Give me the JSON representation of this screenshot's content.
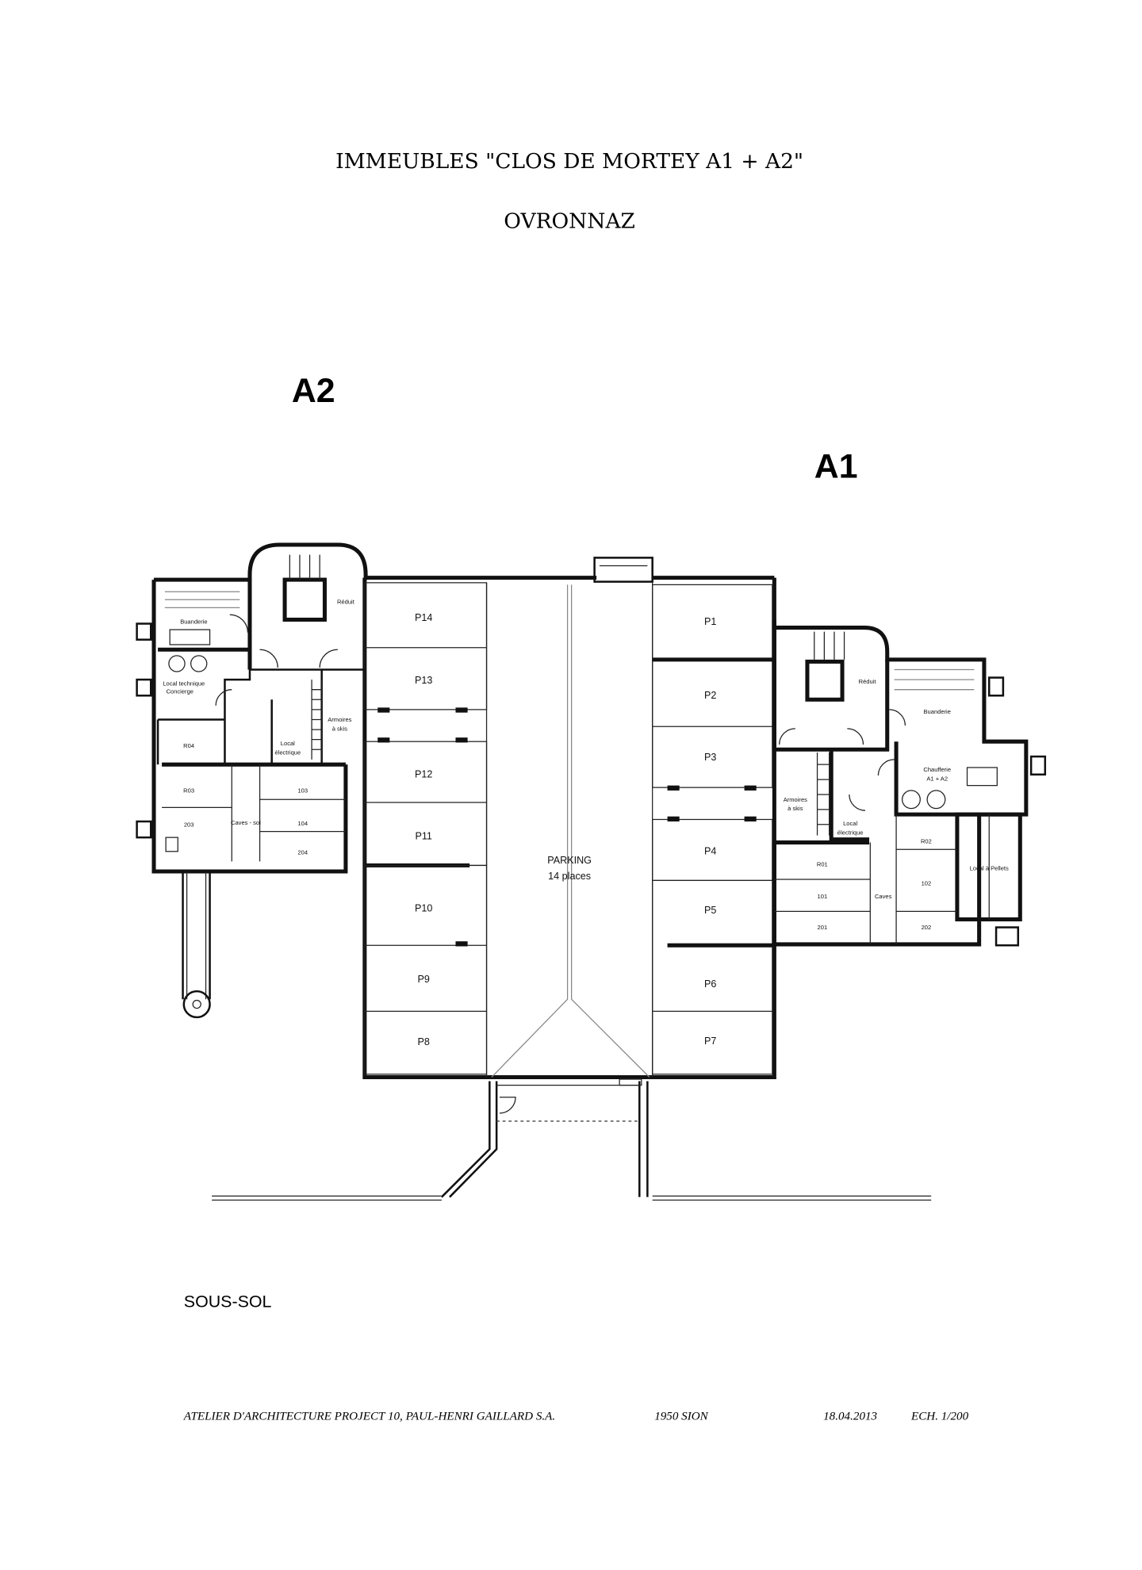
{
  "header": {
    "title": "IMMEUBLES  \"CLOS DE MORTEY A1 + A2\"",
    "subtitle": "OVRONNAZ"
  },
  "buildings": {
    "a2": "A2",
    "a1": "A1"
  },
  "parking": {
    "label_line1": "PARKING",
    "label_line2": "14 places",
    "left_spaces": [
      "P14",
      "P13",
      "P12",
      "P11",
      "P10",
      "P9",
      "P8"
    ],
    "right_spaces": [
      "P1",
      "P2",
      "P3",
      "P4",
      "P5",
      "P6",
      "P7"
    ]
  },
  "a2_rooms": {
    "buanderie": "Buanderie",
    "local_technique_1": "Local technique",
    "local_technique_2": "Concierge",
    "reduit": "Réduit",
    "armoires_1": "Armoires",
    "armoires_2": "à skis",
    "local_elec_1": "Local",
    "local_elec_2": "électrique",
    "r04": "R04",
    "r03": "R03",
    "c203": "203",
    "caves": "Caves - sol",
    "c103": "103",
    "c104": "104",
    "c204": "204"
  },
  "a1_rooms": {
    "reduit": "Réduit",
    "buanderie": "Buanderie",
    "chaufferie_1": "Chaufferie",
    "chaufferie_2": "A1 + A2",
    "armoires_1": "Armoires",
    "armoires_2": "à skis",
    "local_elec_1": "Local",
    "local_elec_2": "électrique",
    "r01": "R01",
    "c101": "101",
    "c201": "201",
    "caves": "Caves",
    "r02": "R02",
    "c102": "102",
    "c202": "202",
    "pellets": "Local à Pellets"
  },
  "level": "SOUS-SOL",
  "footer": {
    "architect": "ATELIER D'ARCHITECTURE  PROJECT 10,  PAUL-HENRI GAILLARD S.A.",
    "city": "1950 SION",
    "date": "18.04.2013",
    "scale": "ECH.  1/200"
  }
}
